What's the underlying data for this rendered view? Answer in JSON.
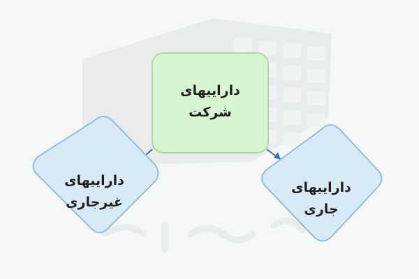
{
  "colors": {
    "background": "#f6f7f7",
    "watermark": "#dfe3e3",
    "root_fill": "#d8f5d2",
    "root_border": "#a6dc9d",
    "child_fill": "#d8eaf5",
    "child_border": "#8cbfe6",
    "arrow": "#2f73b7",
    "text": "#1f1f1f"
  },
  "diagram": {
    "root": {
      "line1": "داراییهای",
      "line2": "شرکت"
    },
    "left": {
      "line1": "داراییهای",
      "line2": "غیرجاری"
    },
    "right": {
      "line1": "داراییهای",
      "line2": "جاری"
    }
  }
}
